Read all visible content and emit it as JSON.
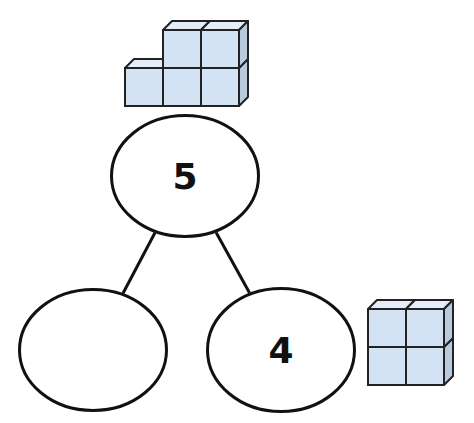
{
  "diagram": {
    "nodes": [
      {
        "text": [
          "5"
        ]
      },
      {
        "text": []
      },
      {
        "text": [
          "4"
        ]
      }
    ],
    "edges": [
      {
        "from": 0,
        "to": 1,
        "arrow": "none"
      },
      {
        "from": 0,
        "to": 2,
        "arrow": "none"
      }
    ]
  }
}
